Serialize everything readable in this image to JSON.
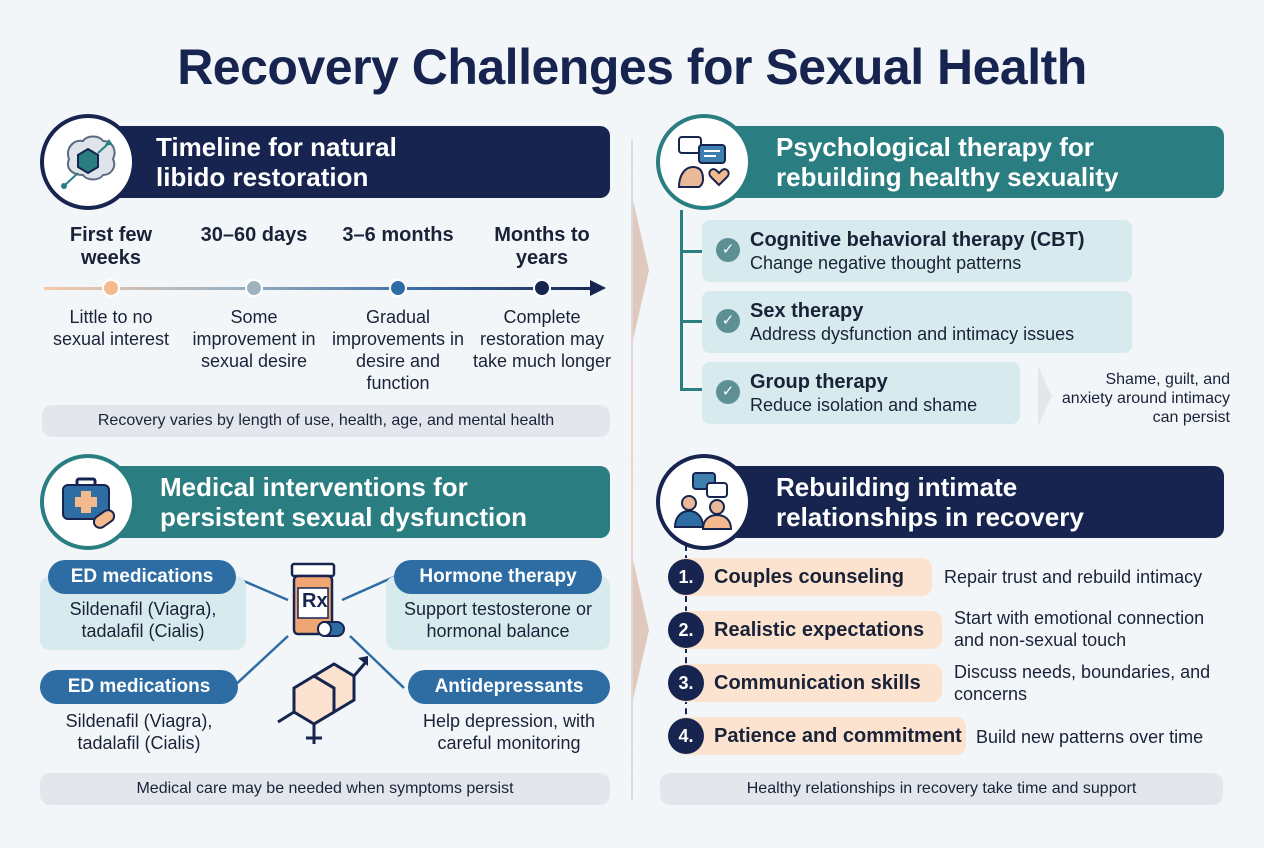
{
  "title": "Recovery Challenges for Sexual Health",
  "timeline": {
    "heading": "Timeline for natural libido restoration",
    "stages": [
      {
        "label": "First few weeks",
        "desc": "Little to no sexual interest",
        "color": "#f4b98c"
      },
      {
        "label": "30–60 days",
        "desc": "Some improvement in sexual desire",
        "color": "#9fb3bf"
      },
      {
        "label": "3–6 months",
        "desc": "Gradual improvements in desire and function",
        "color": "#2e6da4"
      },
      {
        "label": "Months to years",
        "desc": "Complete restoration may take much longer",
        "color": "#16244f"
      }
    ],
    "footer": "Recovery varies by length of use, health, age, and mental health"
  },
  "therapy": {
    "heading": "Psychological therapy for rebuilding healthy sexuality",
    "items": [
      {
        "title": "Cognitive behavioral therapy (CBT)",
        "desc": "Change negative thought patterns"
      },
      {
        "title": "Sex therapy",
        "desc": "Address dysfunction and intimacy issues"
      },
      {
        "title": "Group therapy",
        "desc": "Reduce isolation and shame"
      }
    ],
    "note": "Shame, guilt, and anxiety around intimacy can persist"
  },
  "medical": {
    "heading": "Medical interventions for persistent sexual dysfunction",
    "items": [
      {
        "label": "ED medications",
        "desc": "Sildenafil (Viagra), tadalafil (Cialis)"
      },
      {
        "label": "Hormone therapy",
        "desc": "Support testosterone or hormonal balance"
      },
      {
        "label": "ED medications",
        "desc": "Sildenafil (Viagra), tadalafil (Cialis)"
      },
      {
        "label": "Antidepressants",
        "desc": "Help depression, with careful monitoring"
      }
    ],
    "rx_symbol": "Rx",
    "footer": "Medical care may be needed when symptoms persist"
  },
  "relationships": {
    "heading": "Rebuilding intimate relationships in recovery",
    "items": [
      {
        "num": "1.",
        "title": "Couples counseling",
        "desc": "Repair trust and rebuild intimacy"
      },
      {
        "num": "2.",
        "title": "Realistic expectations",
        "desc": "Start with emotional connection and non-sexual touch"
      },
      {
        "num": "3.",
        "title": "Communication skills",
        "desc": "Discuss needs, boundaries, and concerns"
      },
      {
        "num": "4.",
        "title": "Patience and commitment",
        "desc": "Build new patterns over time"
      }
    ],
    "footer": "Healthy relationships in recovery take time and support"
  },
  "icons": {
    "timeline": "brain-hexagon-icon",
    "therapy": "chat-person-heart-icon",
    "medical": "medical-kit-icon",
    "relationships": "two-people-chat-icon",
    "check": "check-icon",
    "pill_bottle": "pill-bottle-icon",
    "molecule": "molecule-male-icon"
  },
  "colors": {
    "navy": "#16244f",
    "teal": "#2a7d80",
    "blue": "#2e6da4",
    "peach": "#fce3d0",
    "light_teal": "#d7ebee"
  }
}
